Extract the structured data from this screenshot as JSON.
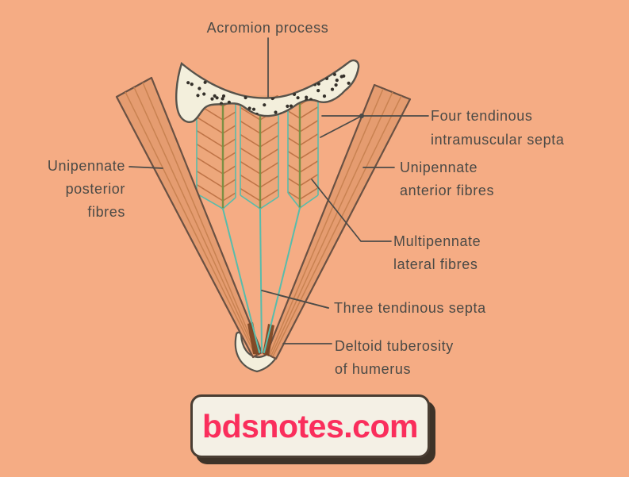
{
  "diagram_labels": {
    "acromion_process": "Acromion process",
    "unipennate_posterior": [
      "Unipennate",
      "posterior",
      "fibres"
    ],
    "four_tendinous_septa": [
      "Four tendinous",
      "intramuscular septa"
    ],
    "unipennate_anterior": [
      "Unipennate",
      "anterior fibres"
    ],
    "multipennate_lateral": [
      "Multipennate",
      "lateral fibres"
    ],
    "three_tendinous_septa": [
      "Three tendinous septa"
    ],
    "deltoid_tuberosity": [
      "Deltoid tuberosity",
      "of humerus"
    ]
  },
  "watermark": {
    "text": "bdsnotes.com"
  },
  "colors": {
    "background": "#F5AC84",
    "bone_fill": "#F3EFDC",
    "bone_dots": "#34302A",
    "outline": "#57534B",
    "muscle_band": "#E59C70",
    "muscle_panel": "#EDA77B",
    "muscle_stripe": "#C98251",
    "chevron": "#BF7447",
    "septum_green": "#7D9044",
    "septum_teal": "#58BCAB",
    "fiber_tip": "#7A4423",
    "leader": "#4C4B48",
    "label_text": "#4B4A46",
    "watermark_bg": "#F4F0E5",
    "watermark_border": "#4A3E33",
    "watermark_shadow": "#3E3328",
    "watermark_text": "#FA2E5C"
  }
}
